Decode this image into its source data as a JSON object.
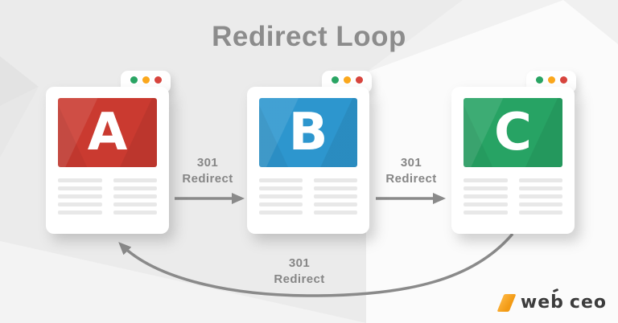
{
  "title": "Redirect Loop",
  "palette": {
    "arrow": "#8a8a8a",
    "label_text": "#868686",
    "title_text": "#8c8c8c",
    "logo_text": "#3c3c3c",
    "logo_accent": "#f6a21c"
  },
  "windows": [
    {
      "letter": "A",
      "panel_color": "#ca3a30"
    },
    {
      "letter": "B",
      "panel_color": "#2d96ce"
    },
    {
      "letter": "C",
      "panel_color": "#27a364"
    }
  ],
  "window_controls": {
    "dot_colors": [
      "#2aa564",
      "#fba81d",
      "#d8453e"
    ]
  },
  "arrows": [
    {
      "from": "A",
      "to": "B",
      "line1": "301",
      "line2": "Redirect"
    },
    {
      "from": "B",
      "to": "C",
      "line1": "301",
      "line2": "Redirect"
    },
    {
      "from": "C",
      "to": "A",
      "line1": "301",
      "line2": "Redirect"
    }
  ],
  "logo": {
    "word1": "web",
    "word2": "ceo"
  }
}
